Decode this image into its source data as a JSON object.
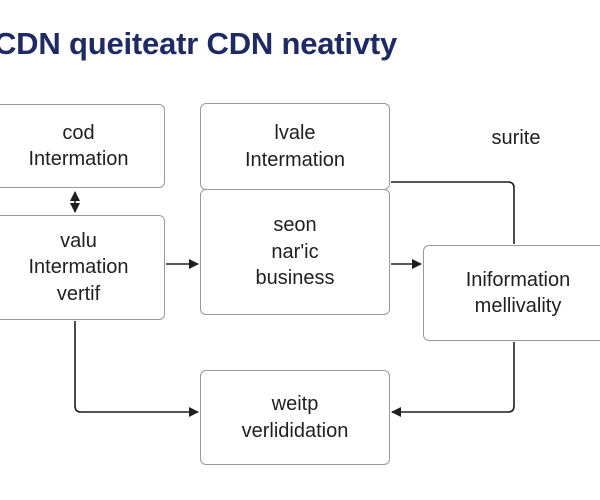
{
  "title": "CDN queiteatr CDN neativty",
  "boxes": {
    "cod": {
      "lines": [
        "cod",
        "Intermation"
      ]
    },
    "valu": {
      "lines": [
        "valu",
        "Intermation",
        "vertif"
      ]
    },
    "lvale": {
      "lines": [
        "lvale",
        "Intermation"
      ]
    },
    "seon": {
      "lines": [
        "seon",
        "nar'ic",
        "business"
      ]
    },
    "info": {
      "lines": [
        "Iniformation",
        "mellivality"
      ]
    },
    "weitp": {
      "lines": [
        "weitp",
        "verlididation"
      ]
    }
  },
  "label": "surite",
  "colors": {
    "title": "#1e2a63",
    "line": "#1f1f1f",
    "box_border": "#9a9a9a"
  }
}
